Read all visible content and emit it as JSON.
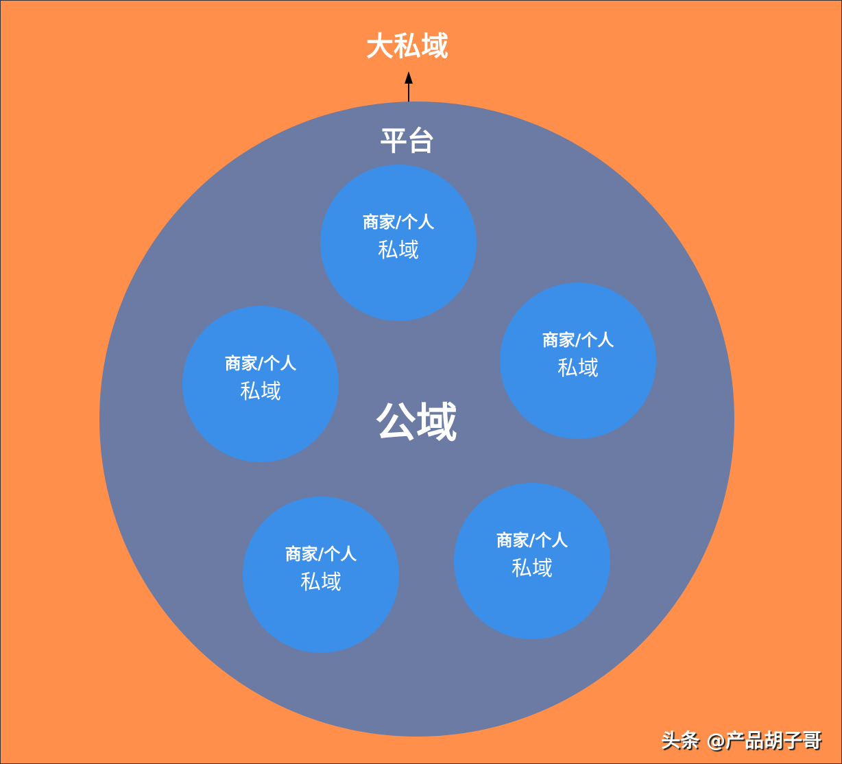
{
  "outer_label": "大私域",
  "platform_label": "平台",
  "public_label": "公域",
  "private_circles": [
    {
      "line1": "商家/个人",
      "line2": "私域"
    },
    {
      "line1": "商家/个人",
      "line2": "私域"
    },
    {
      "line1": "商家/个人",
      "line2": "私域"
    },
    {
      "line1": "商家/个人",
      "line2": "私域"
    },
    {
      "line1": "商家/个人",
      "line2": "私域"
    }
  ],
  "watermark": "头条 @产品胡子哥",
  "colors": {
    "background": "#ff8f4a",
    "platform": "#6b7ba4",
    "private": "#3b8fe8"
  }
}
